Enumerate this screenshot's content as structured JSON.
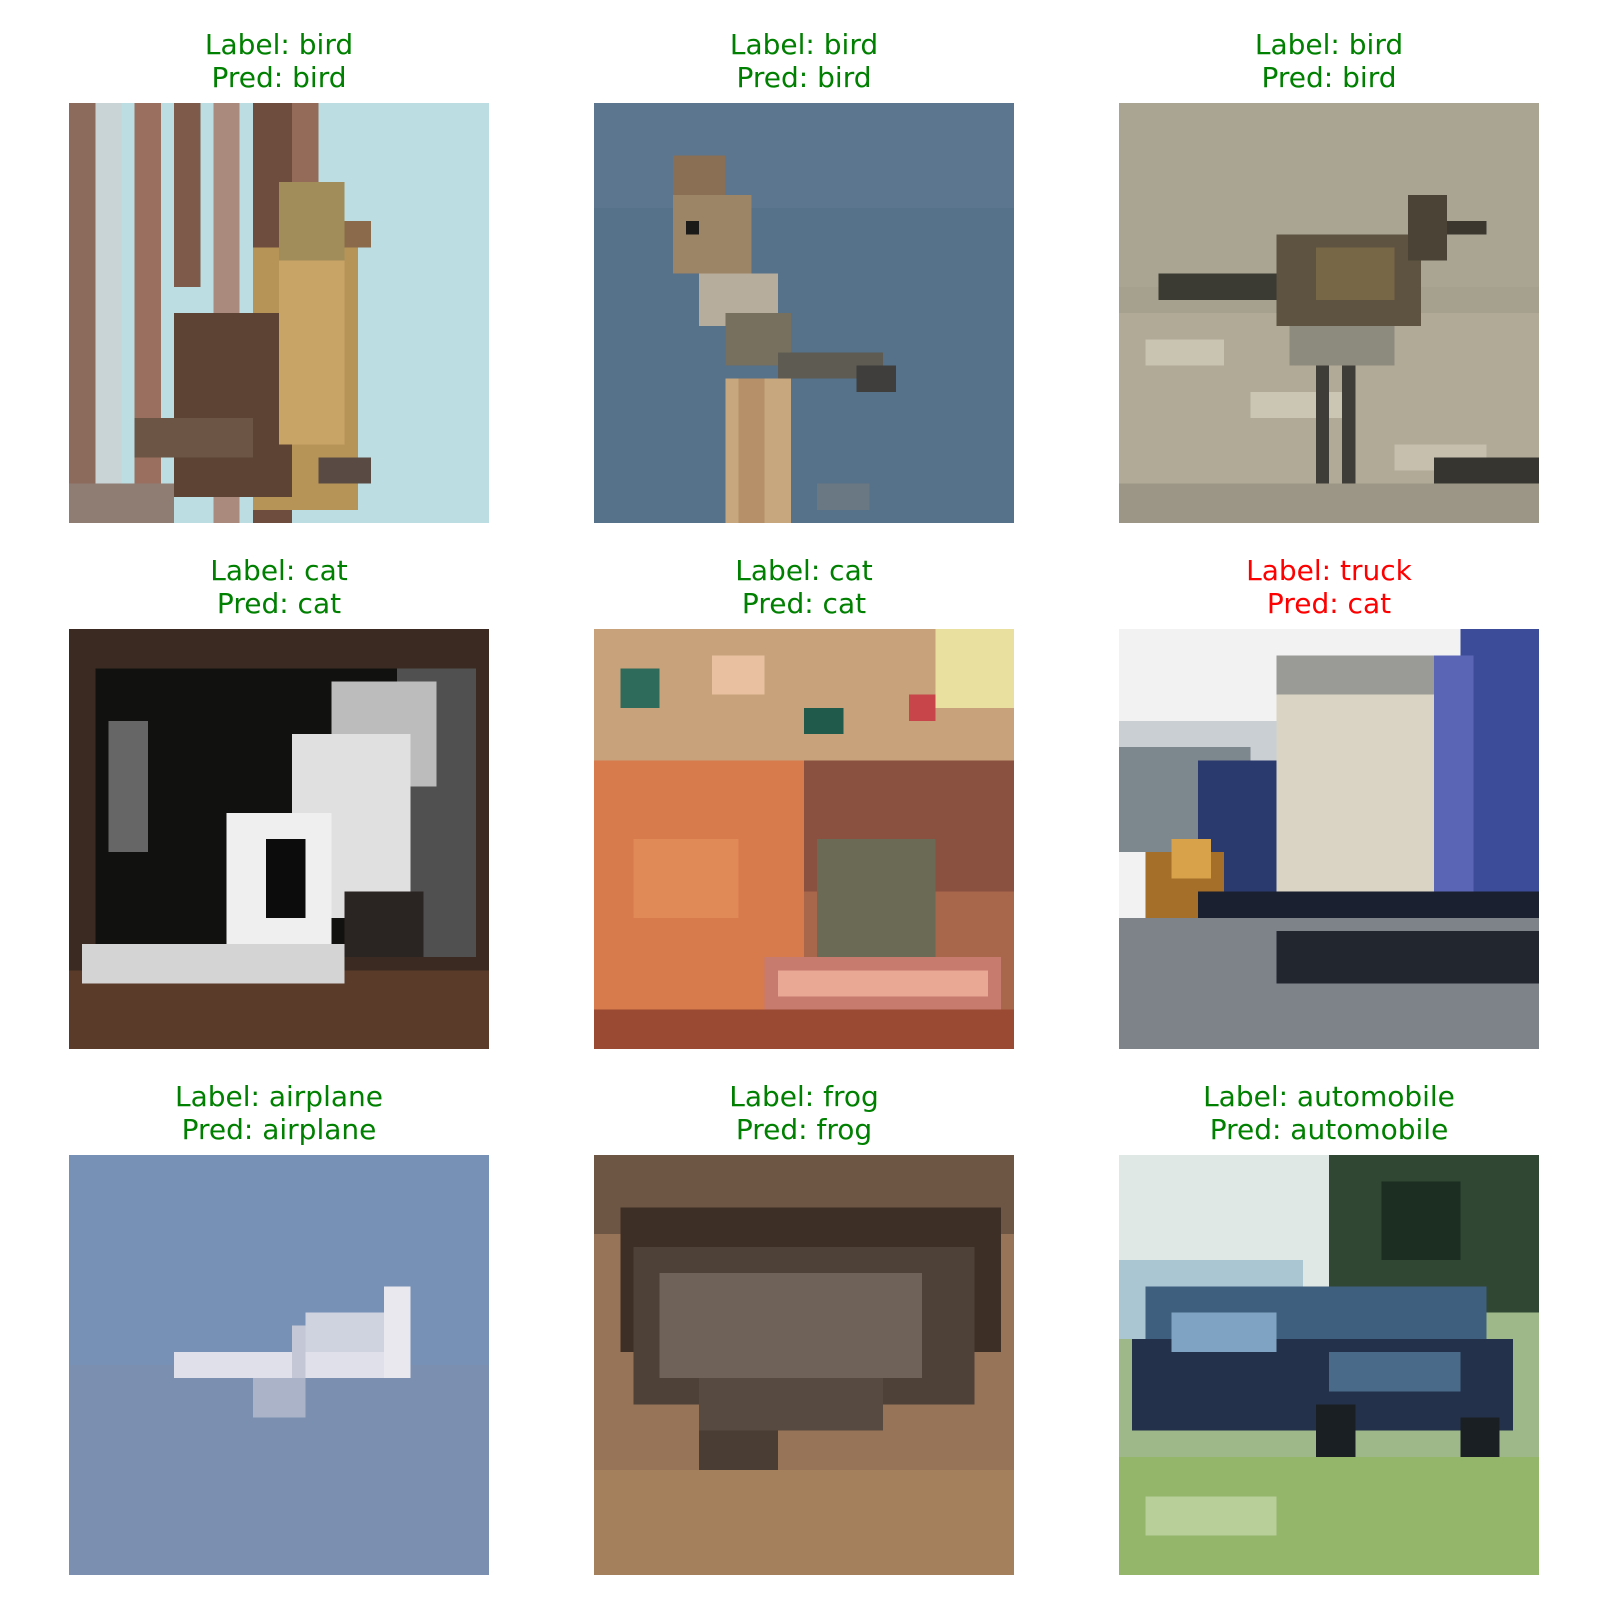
{
  "figure": {
    "colors": {
      "correct": "#008000",
      "incorrect": "#ff0000"
    },
    "panels": [
      {
        "label": "Label: bird",
        "pred": "Pred: bird",
        "correct": true,
        "scene": "bird-on-branch"
      },
      {
        "label": "Label: bird",
        "pred": "Pred: bird",
        "correct": true,
        "scene": "bird-on-post"
      },
      {
        "label": "Label: bird",
        "pred": "Pred: bird",
        "correct": true,
        "scene": "bird-on-ground"
      },
      {
        "label": "Label: cat",
        "pred": "Pred: cat",
        "correct": true,
        "scene": "black-white-cat"
      },
      {
        "label": "Label: cat",
        "pred": "Pred: cat",
        "correct": true,
        "scene": "cat-on-quilt"
      },
      {
        "label": "Label: truck",
        "pred": "Pred: cat",
        "correct": false,
        "scene": "truck-trailer"
      },
      {
        "label": "Label: airplane",
        "pred": "Pred: airplane",
        "correct": true,
        "scene": "airplane-sky"
      },
      {
        "label": "Label: frog",
        "pred": "Pred: frog",
        "correct": true,
        "scene": "frog-on-dirt"
      },
      {
        "label": "Label: automobile",
        "pred": "Pred: automobile",
        "correct": true,
        "scene": "car-on-grass"
      }
    ]
  }
}
